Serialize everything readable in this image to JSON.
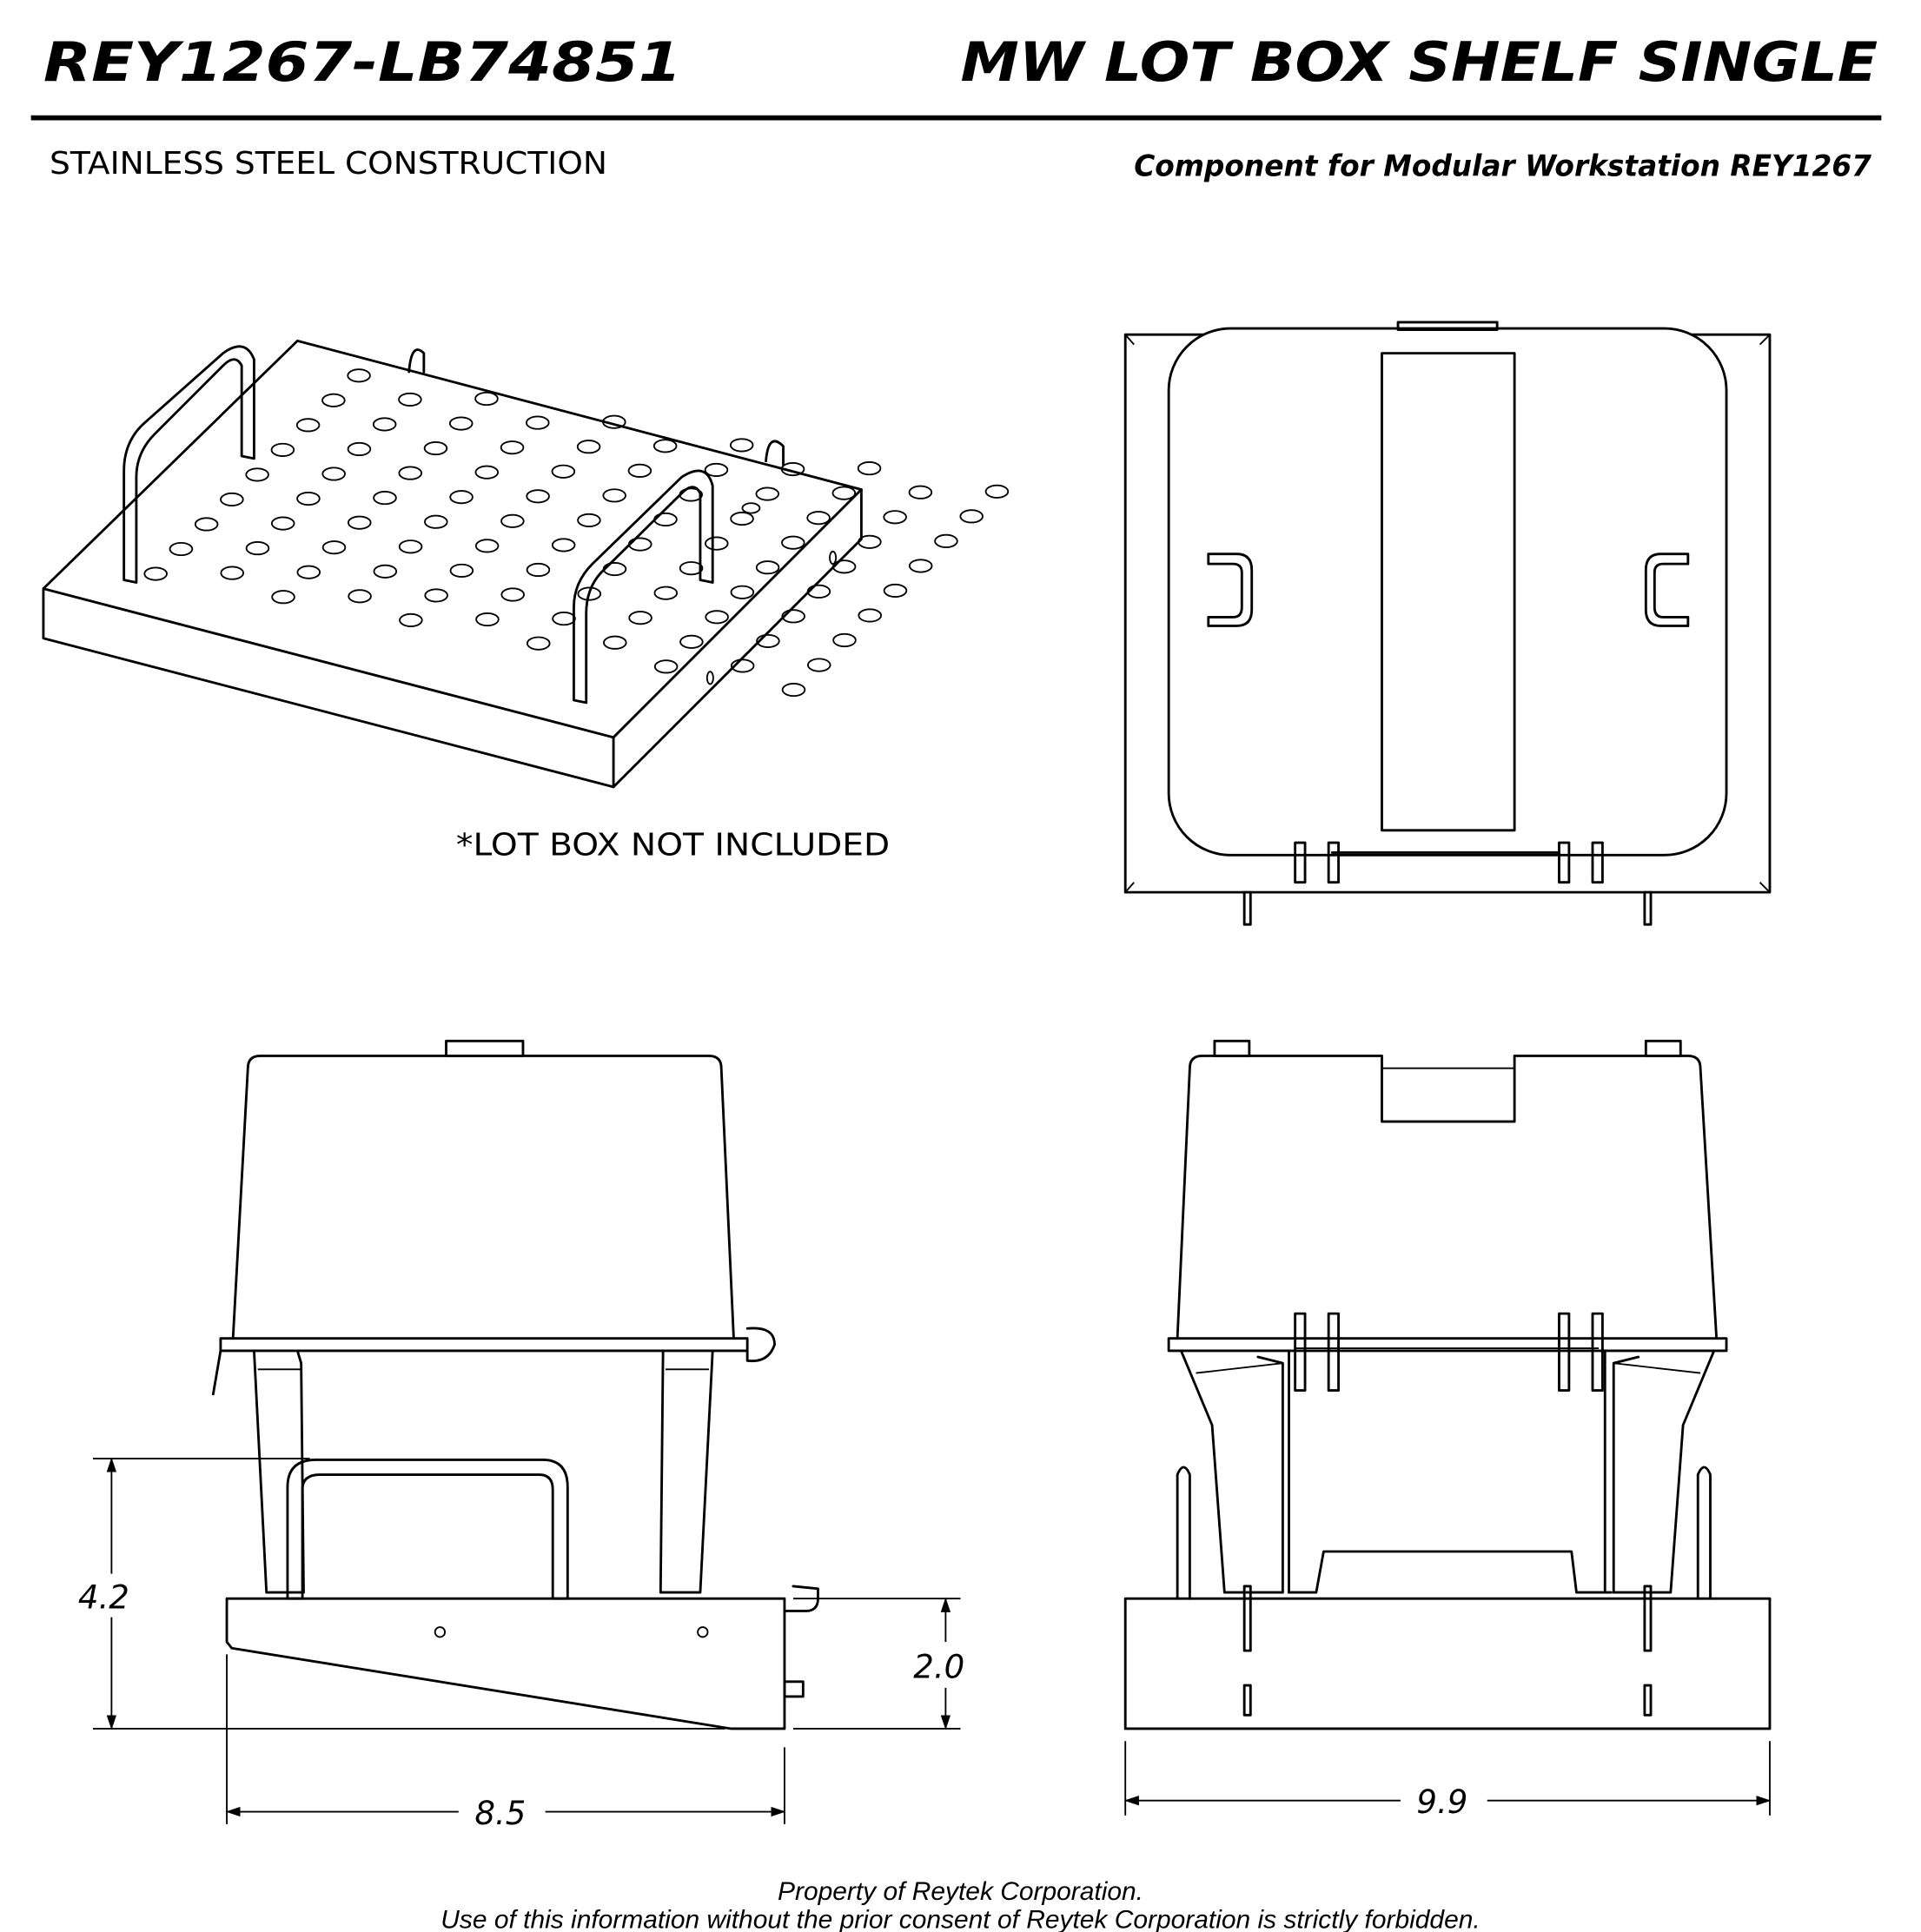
{
  "header": {
    "part_number": "REY1267-LB74851",
    "title": "MW LOT BOX SHELF SINGLE",
    "material": "STAINLESS STEEL CONSTRUCTION",
    "component_note": "Component for Modular Workstation REY1267"
  },
  "views": {
    "isometric_note": "*LOT BOX NOT INCLUDED"
  },
  "dimensions": {
    "total_height": "4.2",
    "shelf_height": "2.0",
    "depth": "8.5",
    "width": "9.9"
  },
  "footer": {
    "line1": "Property of Reytek Corporation.",
    "line2": "Use of this information without the prior consent of Reytek Corporation is strictly forbidden."
  }
}
